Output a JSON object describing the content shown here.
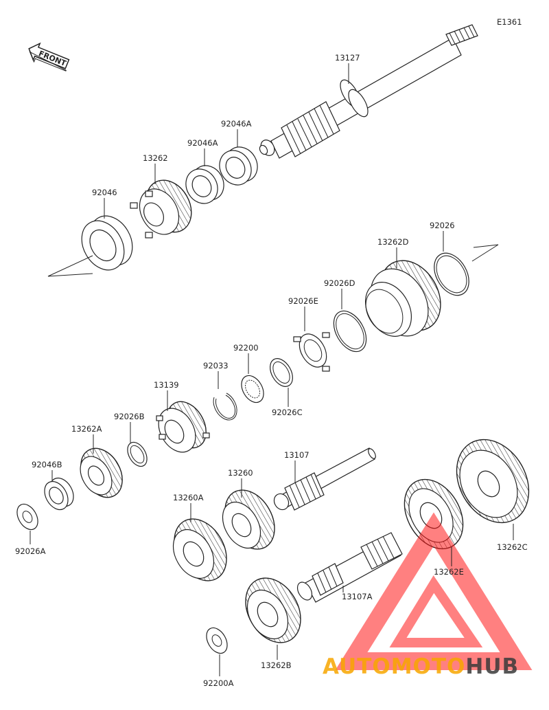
{
  "diagram_code": "E1361",
  "front_label": "FRONT",
  "parts": {
    "p13127": "13127",
    "p92046A_1": "92046A",
    "p92046A_2": "92046A",
    "p13262": "13262",
    "p92046": "92046",
    "p92026": "92026",
    "p13262D": "13262D",
    "p92026D": "92026D",
    "p92026E": "92026E",
    "p92200": "92200",
    "p92026C": "92026C",
    "p92033": "92033",
    "p13139": "13139",
    "p92026B": "92026B",
    "p13262A": "13262A",
    "p92046B": "92046B",
    "p92026A": "92026A",
    "p13107": "13107",
    "p13260": "13260",
    "p13260A": "13260A",
    "p13107A": "13107A",
    "p13262B": "13262B",
    "p92200A": "92200A",
    "p13262E": "13262E",
    "p13262C": "13262C"
  },
  "watermark": {
    "word_1": "AUTOMOTO",
    "word_2": "HUB",
    "color_1": "#f7a600",
    "color_2": "#3a3a3a",
    "logo_color": "#ff1a1a"
  }
}
